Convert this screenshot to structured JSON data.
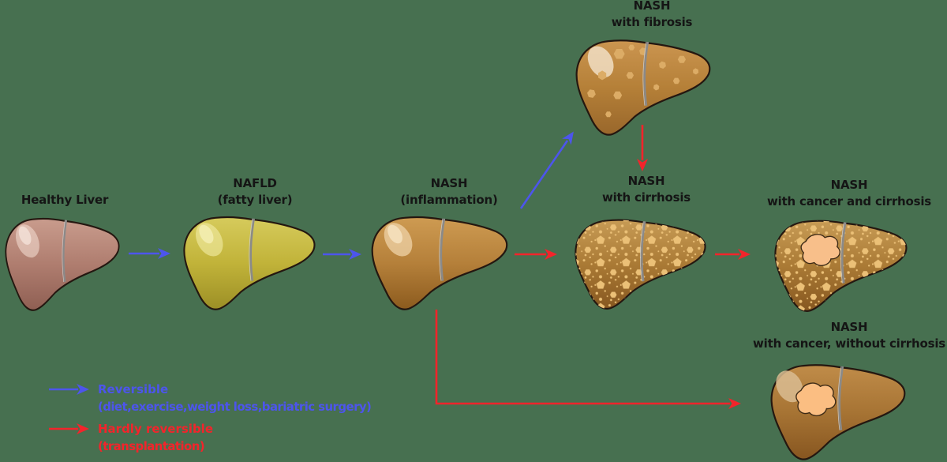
{
  "colors": {
    "background": "#477050",
    "blue": "#4D55EC",
    "red": "#F3242B",
    "text": "#151515"
  },
  "stages": [
    {
      "id": "healthy",
      "line1": "Healthy Liver",
      "line2": ""
    },
    {
      "id": "nafld",
      "line1": "NAFLD",
      "line2": "(fatty liver)"
    },
    {
      "id": "nash",
      "line1": "NASH",
      "line2": "(inflammation)"
    },
    {
      "id": "nash-fibrosis",
      "line1": "NASH",
      "line2": "with fibrosis"
    },
    {
      "id": "nash-cirrhosis",
      "line1": "NASH",
      "line2": "with cirrhosis"
    },
    {
      "id": "nash-cancer-cirrhosis",
      "line1": "NASH",
      "line2": "with cancer and cirrhosis"
    },
    {
      "id": "nash-cancer-no-cirrhosis",
      "line1": "NASH",
      "line2": "with cancer, without cirrhosis"
    }
  ],
  "arrows": [
    {
      "from": "healthy",
      "to": "nafld",
      "type": "reversible"
    },
    {
      "from": "nafld",
      "to": "nash",
      "type": "reversible"
    },
    {
      "from": "nash",
      "to": "nash-fibrosis",
      "type": "reversible"
    },
    {
      "from": "nash",
      "to": "nash-cirrhosis",
      "type": "hardly-reversible"
    },
    {
      "from": "nash-fibrosis",
      "to": "nash-cirrhosis",
      "type": "hardly-reversible"
    },
    {
      "from": "nash-cirrhosis",
      "to": "nash-cancer-cirrhosis",
      "type": "hardly-reversible"
    },
    {
      "from": "nash",
      "to": "nash-cancer-no-cirrhosis",
      "type": "hardly-reversible"
    }
  ],
  "legend": {
    "reversible_label": "Reversible",
    "reversible_detail": "(diet,exercise,weight loss,bariatric surgery)",
    "hardly_label": "Hardly reversible",
    "hardly_detail": "(transplantation)"
  }
}
